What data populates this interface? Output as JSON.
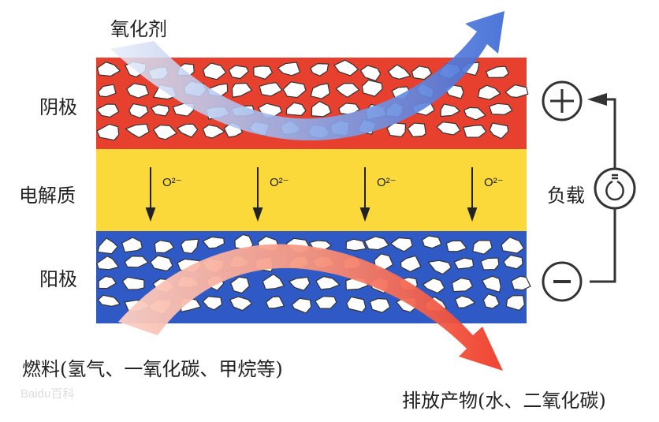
{
  "labels": {
    "oxidant": "氧化剂",
    "cathode": "阴极",
    "electrolyte": "电解质",
    "anode": "阳极",
    "load": "负载",
    "fuel": "燃料(氢气、一氧化碳、甲烷等)",
    "products": "排放产物(水、二氧化碳)",
    "ion": "O²⁻",
    "plus": "+",
    "minus": "−"
  },
  "watermark": "Baidu百科",
  "colors": {
    "cathode": "#e8402f",
    "electrolyte": "#fbd93a",
    "anode": "#2f59c4",
    "oxidant_arrow": "#4a78d8",
    "fuel_arrow": "#f04a34",
    "pebble": "#ffffff"
  },
  "ion_arrow_count": 4
}
